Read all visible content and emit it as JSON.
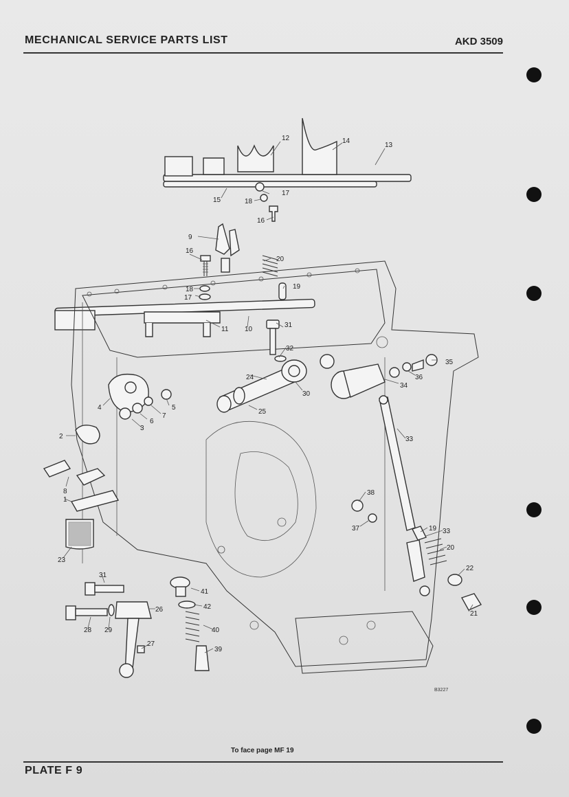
{
  "header": {
    "title": "MECHANICAL SERVICE PARTS LIST",
    "code": "AKD 3509"
  },
  "footer": {
    "plate": "PLATE F 9",
    "face_note": "To face page MF 19"
  },
  "figure_code": "B3227",
  "callouts": [
    "12",
    "14",
    "13",
    "17",
    "15",
    "18",
    "16",
    "9",
    "16",
    "20",
    "18",
    "19",
    "17",
    "11",
    "10",
    "31",
    "32",
    "35",
    "36",
    "34",
    "24",
    "30",
    "25",
    "4",
    "5",
    "7",
    "6",
    "3",
    "2",
    "8",
    "1",
    "23",
    "33",
    "38",
    "37",
    "19",
    "33",
    "20",
    "22",
    "21",
    "31",
    "41",
    "42",
    "26",
    "28",
    "29",
    "40",
    "27",
    "39"
  ],
  "colors": {
    "ink": "#222222",
    "paper": "#e6e6e6",
    "binder_hole": "#111111"
  }
}
